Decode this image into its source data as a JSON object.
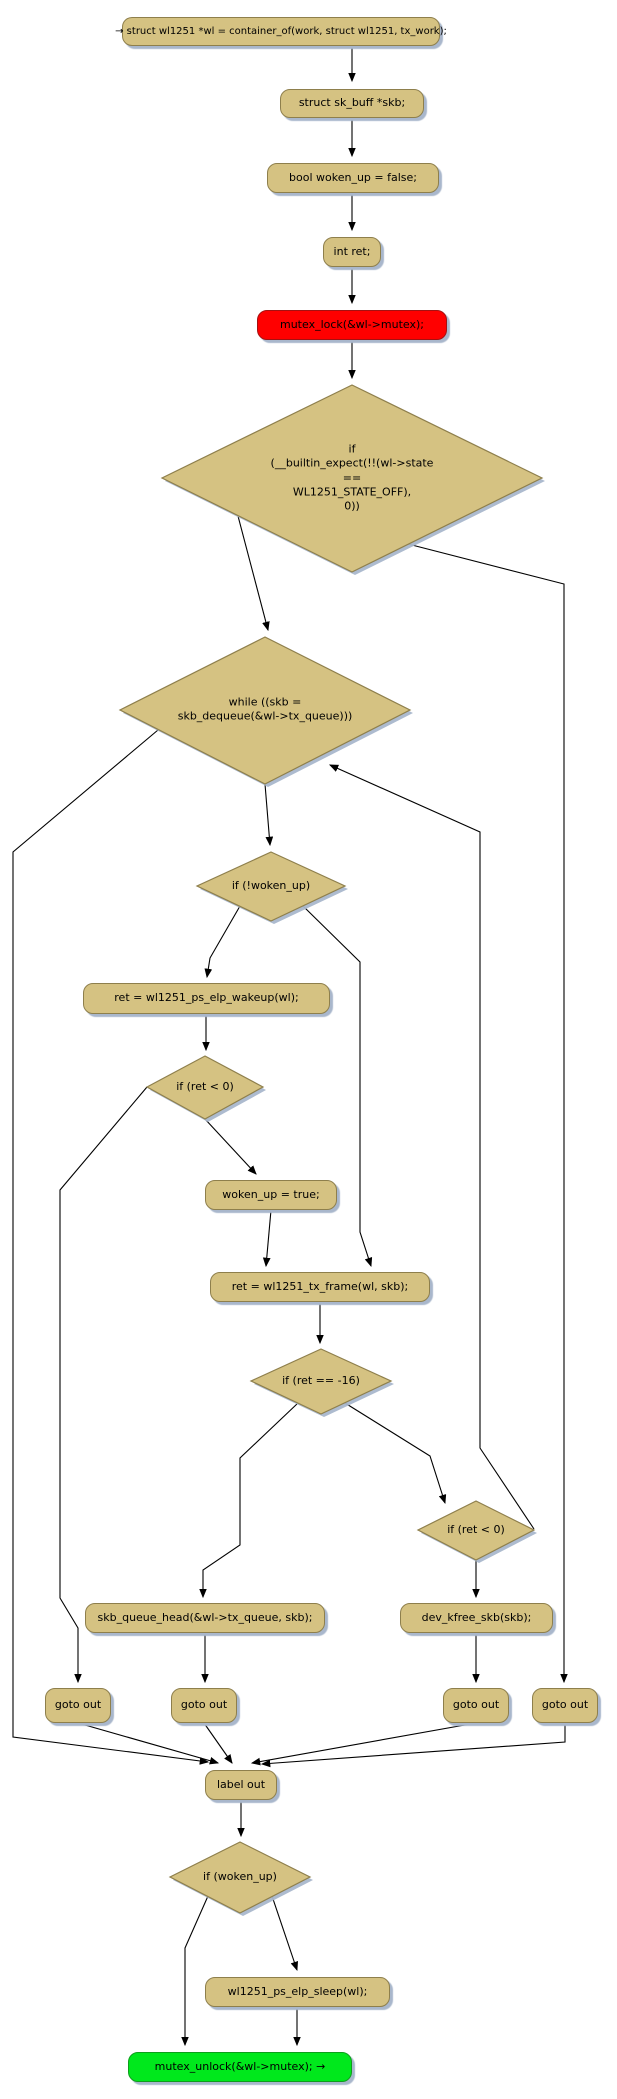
{
  "title": "wl1251_tx_work control flow graph",
  "colors": {
    "background": "#FFFFFF",
    "node_fill": "#D5C282",
    "node_border": "#8E7F4C",
    "shadow": "#A9B7CC",
    "lock_fill": "#FF0000",
    "lock_border": "#A51111",
    "unlock_fill": "#00E81C",
    "unlock_border": "#0E9E1C",
    "edge": "#000000",
    "text": "#000000"
  },
  "nodes": {
    "start": {
      "label": "→ struct wl1251 *wl = container_of(work, struct wl1251, tx_work);"
    },
    "declare_skb": {
      "label": "struct sk_buff *skb;"
    },
    "declare_woken_up": {
      "label": "bool woken_up = false;"
    },
    "declare_ret": {
      "label": "int ret;"
    },
    "mutex_lock": {
      "label": "mutex_lock(&wl->mutex);"
    },
    "if_state_off": {
      "label": "if\n(__builtin_expect(!!(wl->state\n==\nWL1251_STATE_OFF),\n0))"
    },
    "while_dequeue": {
      "label": "while ((skb =\nskb_dequeue(&wl->tx_queue)))"
    },
    "if_not_woken_up": {
      "label": "if (!woken_up)"
    },
    "elp_wakeup": {
      "label": "ret = wl1251_ps_elp_wakeup(wl);"
    },
    "if_ret_lt_0_wakeup": {
      "label": "if (ret < 0)"
    },
    "set_woken_up": {
      "label": "woken_up = true;"
    },
    "tx_frame": {
      "label": "ret = wl1251_tx_frame(wl, skb);"
    },
    "if_ret_eq_minus16": {
      "label": "if (ret == -16)"
    },
    "if_ret_lt_0_tx": {
      "label": "if (ret < 0)"
    },
    "skb_queue_head": {
      "label": "skb_queue_head(&wl->tx_queue, skb);"
    },
    "dev_kfree_skb": {
      "label": "dev_kfree_skb(skb);"
    },
    "goto_out_1": {
      "label": "goto out"
    },
    "goto_out_2": {
      "label": "goto out"
    },
    "goto_out_3": {
      "label": "goto out"
    },
    "goto_out_4": {
      "label": "goto out"
    },
    "label_out": {
      "label": "label out"
    },
    "if_woken_up": {
      "label": "if (woken_up)"
    },
    "elp_sleep": {
      "label": "wl1251_ps_elp_sleep(wl);"
    },
    "mutex_unlock": {
      "label": "mutex_unlock(&wl->mutex); →"
    }
  }
}
